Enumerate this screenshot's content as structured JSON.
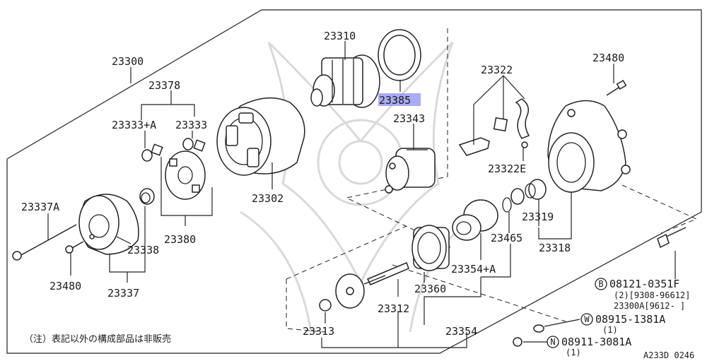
{
  "diagram": {
    "highlight_color": "#8c8ff0",
    "parts": {
      "p23310": "23310",
      "p23385": "23385",
      "p23343": "23343",
      "p23322": "23322",
      "p23322E": "23322E",
      "p23480_top": "23480",
      "p23300": "23300",
      "p23378": "23378",
      "p23333A": "23333+A",
      "p23333": "23333",
      "p23302": "23302",
      "p23337A": "23337A",
      "p23338": "23338",
      "p23380": "23380",
      "p23480_bottom": "23480",
      "p23337": "23337",
      "p23319": "23319",
      "p23465": "23465",
      "p23318": "23318",
      "p23354A": "23354+A",
      "p23360": "23360",
      "p23312": "23312",
      "p23313": "23313",
      "p23354": "23354"
    },
    "fasteners": {
      "b_code": "B",
      "b_part": "08121-0351F",
      "b_qty_range": "(2)[9308-96612]",
      "b_variant": "23300A[9612-  ]",
      "w_code": "W",
      "w_part": "08915-1381A",
      "w_qty": "(1)",
      "n_code": "N",
      "n_part": "08911-3081A",
      "n_qty": "(1)"
    },
    "note": "（注）表記以外の構成部品は非販売",
    "ref_code": "A233D 0246"
  }
}
